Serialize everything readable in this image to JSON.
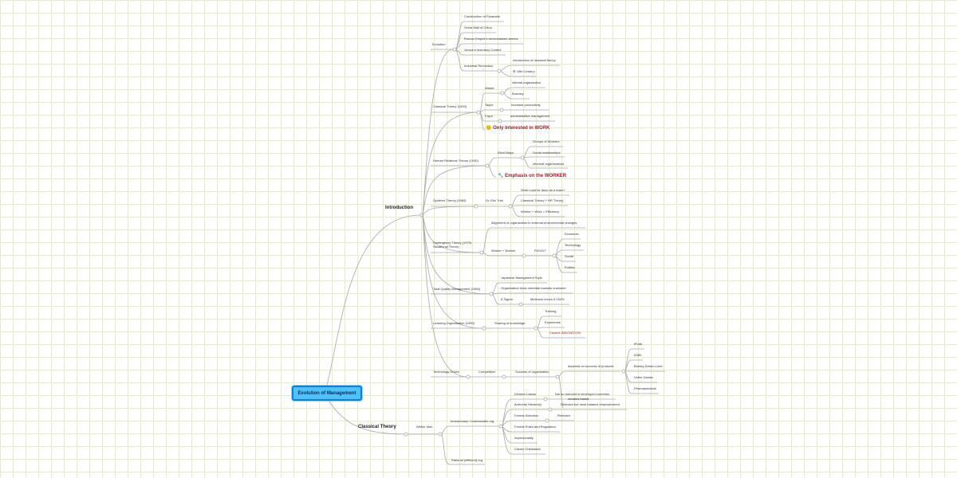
{
  "root": "Evolution of Management",
  "intro": {
    "label": "Introduction",
    "evolution": {
      "label": "Evolution",
      "items": [
        "Construction of Pyramids",
        "Great Wall of China",
        "Roman Empire's decentralised armies",
        "Venice's Inventory Control",
        "Industrial Revolution"
      ],
      "industrial": [
        "Introduction of classical theory",
        "⚙ 19th Century"
      ]
    },
    "classical": {
      "label": "Classical Theory (1900)",
      "weber": "Weber",
      "weber_items": [
        "rational organisation",
        "Bureacy"
      ],
      "taylor": "Taylor",
      "taylor_item": "Increase productivity",
      "fayol": "Fayol",
      "fayol_item": "administrative management",
      "note": "😐 Only Interested in WORK"
    },
    "human": {
      "label": "Human Relations Theory (1930)",
      "elton": "Elton Mayo",
      "items": [
        "Groups of Workers",
        "Social relationships",
        "informal organizations"
      ],
      "note": "🔧 Emphasis on the WORKER"
    },
    "systems": {
      "label": "Systems Theory (1960)",
      "trist": "Dr. Eric Trist",
      "items": [
        "Work must be done as a team?",
        "Classical Theory + HR Theory",
        "Worker + Work = Efficiency"
      ]
    },
    "contingency": {
      "label1": "Contingency Theory (1970)",
      "label2": "Situational Theory",
      "alignment": "Alignment of organization to external environmental changes",
      "ww": "Worker + Worker",
      "pest": "P•E•S•T",
      "pest_items": [
        "Economic",
        "Technology",
        "Social",
        "Politics"
      ]
    },
    "tqm": {
      "label": "Total Quality Management (1980)",
      "items": [
        "Japanese Management Style",
        "Organisation must orientate towards customer",
        "6 Sigma"
      ],
      "sigma_item": "Minimum errors 0.034%"
    },
    "learning": {
      "label": "Learning Organisation (1990)",
      "sharing": "Sharing of knowledge",
      "items": [
        "Training",
        "Experience",
        "Causes INNOVATION"
      ]
    },
    "tech": {
      "label": "Technology Driven",
      "competition": "Competition",
      "success": "Success of organisation",
      "depends": "depends on success of products",
      "products": [
        "iPods",
        "A380",
        "Boeing Dream-Liner",
        "Video Games",
        "Pharmaceutical"
      ]
    }
  },
  "classical_theory": {
    "label": "Classical Theory",
    "weber_max": "Weber Max",
    "bureaucracy": "bureaucracy / bureaucratic org",
    "rational": "Rational (efficient) org",
    "items": [
      "Division Labour",
      "Authority Hierarchy",
      "Formal Selection",
      "Formal Rules and Regulation",
      "Impersonality",
      "Career Orientation"
    ],
    "division_note": "Not so relevant in developed countries",
    "authority_note1": "remains based",
    "authority_note2": "Relevant but must balance empowerment",
    "selection_note": "Relevant"
  }
}
